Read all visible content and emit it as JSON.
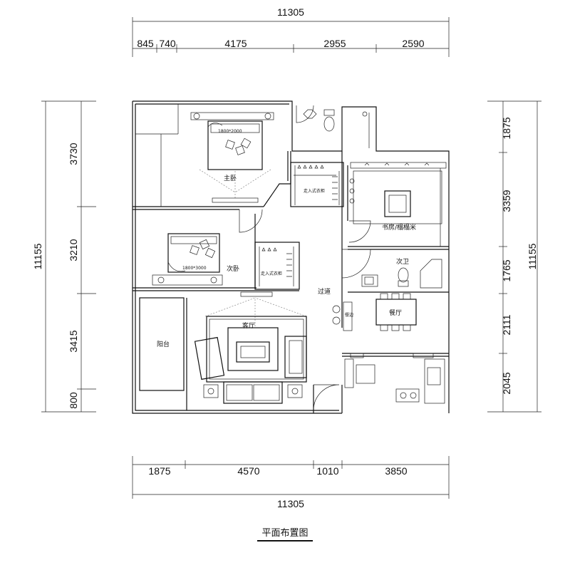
{
  "dimensions": {
    "top_total": "11305",
    "top_segments": [
      "845",
      "740",
      "4175",
      "2955",
      "2590"
    ],
    "bottom_segments": [
      "1875",
      "4570",
      "1010",
      "3850"
    ],
    "bottom_total": "11305",
    "left_total": "11155",
    "left_segments": [
      "3730",
      "3210",
      "3415",
      "800"
    ],
    "right_total": "11155",
    "right_segments": [
      "1875",
      "3359",
      "1765",
      "2111",
      "2045"
    ]
  },
  "rooms": {
    "master_bedroom": "主卧",
    "second_bedroom": "次卧",
    "study": "书房/榻榻米",
    "second_bath": "次卫",
    "corridor": "过道",
    "dining": "餐厅",
    "living": "客厅",
    "balcony": "阳台"
  },
  "annotations": {
    "master_bed_size": "1800*2000",
    "second_bed_size": "1800*3000",
    "walkin_closet_master": "走入式衣柜",
    "walkin_closet_second": "走入式衣柜",
    "cabinet": "餐边"
  },
  "title": "平面布置图"
}
